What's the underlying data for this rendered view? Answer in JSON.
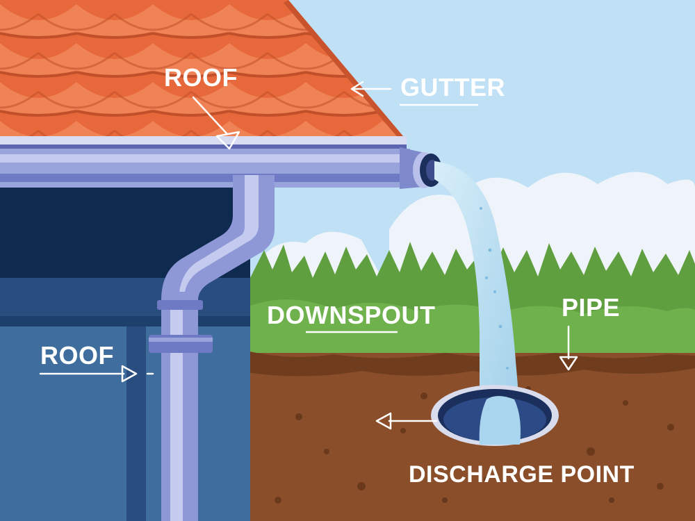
{
  "labels": {
    "roof_top": "ROOF",
    "gutter": "GUTTER",
    "roof_side": "ROOF",
    "downspout": "DOWNSPOUT",
    "pipe": "PIPE",
    "discharge_point": "DISCHARGE POINT"
  },
  "colors": {
    "sky": "#bfe0f5",
    "cloud": "#eef4fa",
    "roof_tile": "#ef7a4a",
    "roof_tile_edge": "#c8532c",
    "gutter": "#9aa4dc",
    "downspout": "#8e98d6",
    "wall_dark": "#0f2a4f",
    "wall_mid": "#284d7e",
    "wall_panel": "#3f6d9d",
    "grass": "#6aa84a",
    "grass_dark": "#4f8a36",
    "soil": "#8a4e2a",
    "soil_dark": "#6f3c1e",
    "water": "#a9d5ee",
    "label_text": "#ffffff"
  },
  "icons": {
    "arrows": "arrow-icon"
  }
}
